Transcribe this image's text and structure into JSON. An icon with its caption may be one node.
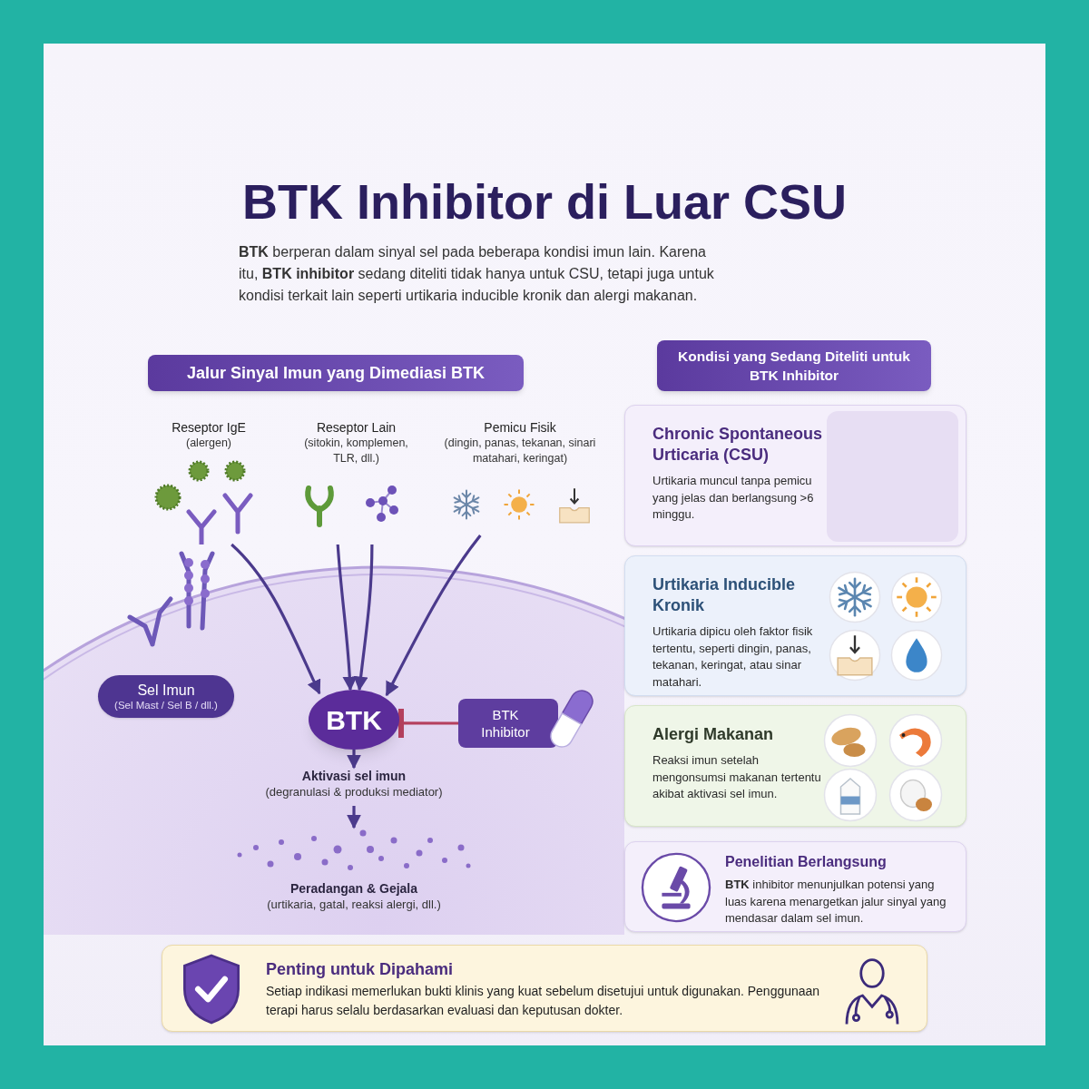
{
  "diagram": {
    "title": "BTK Inhibitor di Luar CSU",
    "nodes": [
      {
        "text": [
          "Jalur Sinyal Imun yang Dimediasi BTK"
        ]
      },
      {
        "text": [
          "Kondisi yang Sedang Diteliti untuk BTK Inhibitor"
        ]
      },
      {
        "text": [
          "Reseptor IgE",
          "(alergen)"
        ]
      },
      {
        "text": [
          "Reseptor Lain",
          "(sitokin, komplemen, TLR, dll.)"
        ]
      },
      {
        "text": [
          "Pemicu Fisik",
          "(dingin, panas, tekanan, sinari matahari, keringat)"
        ]
      },
      {
        "text": [
          "Sel Imun",
          "(Sel Mast / Sel B / dll.)"
        ]
      },
      {
        "text": [
          "BTK"
        ]
      },
      {
        "text": [
          "BTK Inhibitor"
        ]
      },
      {
        "text": [
          "Aktivasi sel imun",
          "(degranulasi & produksi mediator)"
        ]
      },
      {
        "text": [
          "Peradangan & Gejala",
          "(urtikaria, gatal, reaksi alergi, dll.)"
        ]
      },
      {
        "text": [
          "Chronic Spontaneous Urticaria (CSU)",
          "Urtikaria muncul tanpa pemicu yang jelas dan berlangsung >6 minggu."
        ]
      },
      {
        "text": [
          "Urtikaria Inducible Kronik",
          "Urtikaria dipicu oleh faktor fisik tertentu, seperti dingin, panas, tekanan, keringat, atau sinar matahari."
        ]
      },
      {
        "text": [
          "Alergi Makanan",
          "Reaksi imun setelah mengonsumsi makanan tertentu akibat aktivasi sel imun."
        ]
      },
      {
        "text": [
          "Penelitian Berlangsung",
          "**BTK** inhibitor menunjulkan potensi yang luas karena menargetkan jalur sinyal yang mendasar dalam sel imun."
        ]
      },
      {
        "text": [
          "Penting untuk Dipahami",
          "Setiap indikasi memerlukan bukti klinis yang kuat sebelum disetujui untuk digunakan. Penggunaan terapi harus selalu berdasarkan evaluasi dan keputusan dokter."
        ]
      }
    ],
    "edges": [
      {
        "from": 2,
        "to": 6,
        "arrow": "to"
      },
      {
        "from": 3,
        "to": 6,
        "arrow": "to"
      },
      {
        "from": 3,
        "to": 6,
        "arrow": "to"
      },
      {
        "from": 4,
        "to": 6,
        "arrow": "to"
      },
      {
        "from": 7,
        "to": 6,
        "arrow": "other",
        "color": "#b5405e"
      },
      {
        "from": 6,
        "to": 8,
        "arrow": "to"
      },
      {
        "from": 8,
        "to": 9,
        "arrow": "to"
      }
    ],
    "labels": [
      "**BTK** berperan dalam sinyal sel pada beberapa kondisi imun lain. Karena itu, **BTK inhibitor** sedang diteliti tidak hanya untuk CSU, tetapi juga untuk kondisi terkait lain seperti urtikaria inducible kronik dan alergi makanan."
    ]
  }
}
